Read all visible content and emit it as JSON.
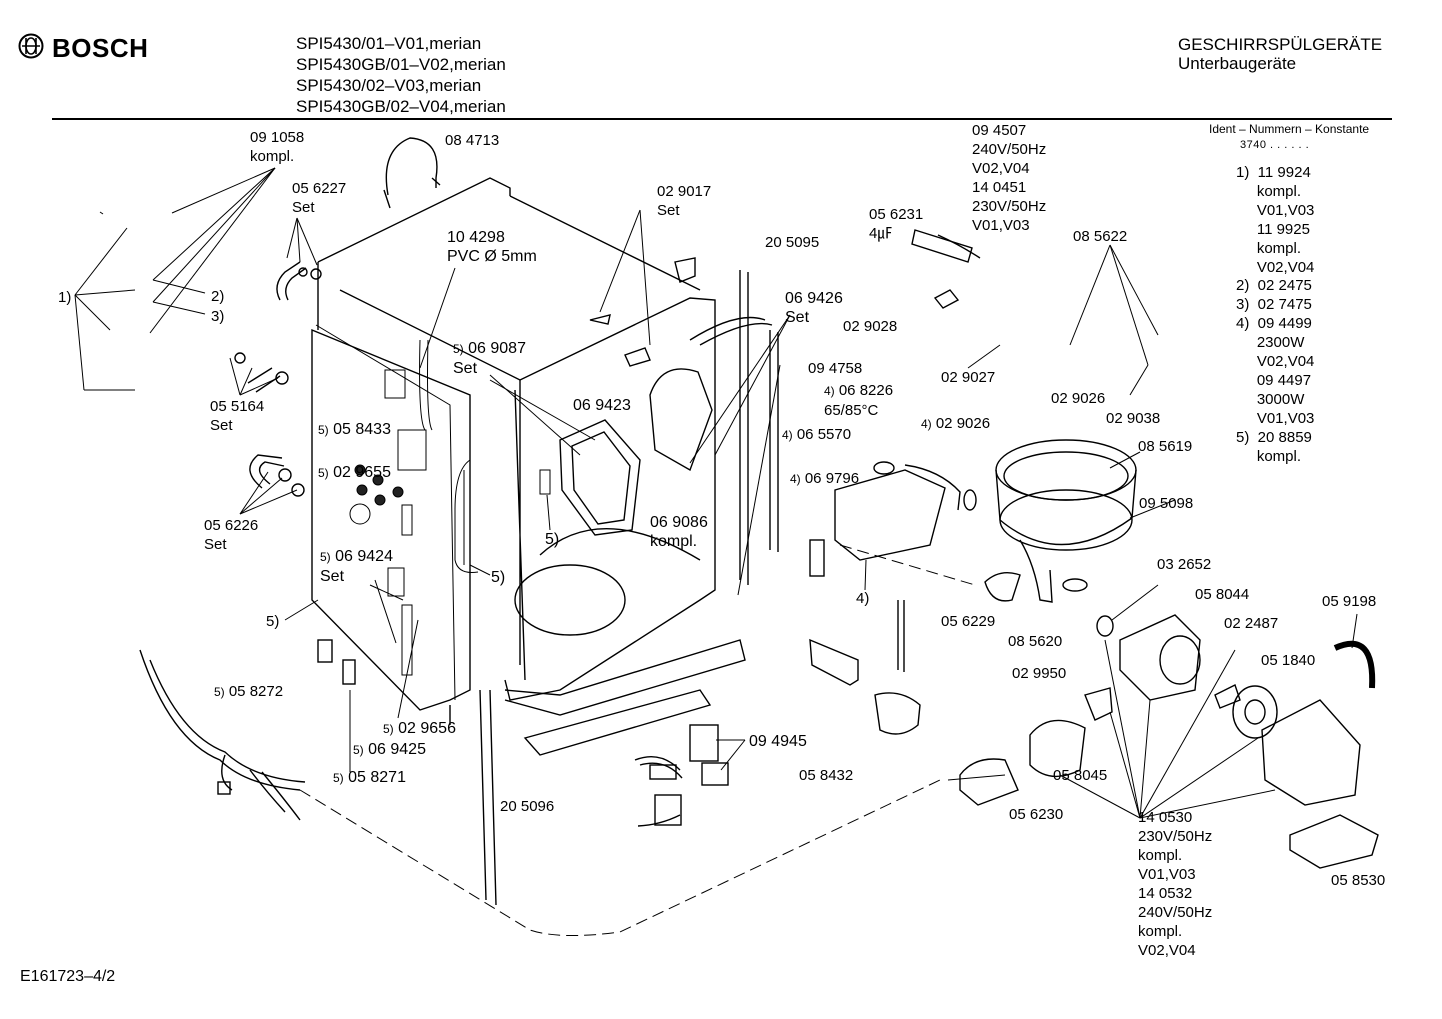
{
  "header": {
    "brand": "BOSCH",
    "models": "SPI5430/01–V01,merian\nSPI5430GB/01–V02,merian\nSPI5430/02–V03,merian\nSPI5430GB/02–V04,merian",
    "category": "GESCHIRRSPÜLGERÄTE\nUnterbaugeräte"
  },
  "ident": {
    "heading": "Ident – Nummern – Konstante",
    "constant": "3740 . . . . . .",
    "list": "1)  11 9924\n     kompl.\n     V01,V03\n     11 9925\n     kompl.\n     V02,V04\n2)  02 2475\n3)  02 7475\n4)  09 4499\n     2300W\n     V02,V04\n     09 4497\n     3000W\n     V01,V03\n5)  20 8859\n     kompl."
  },
  "labels": {
    "l091058": "09 1058\nkompl.",
    "l084713": "08 4713",
    "l056227": "05 6227\nSet",
    "l1": "1)",
    "l2": "2)",
    "l3": "3)",
    "l055164": "05 5164\nSet",
    "l056226": "05 6226\nSet",
    "l5a": "5)",
    "l058272": "05 8272",
    "l104298": "10 4298\nPVC Ø 5mm",
    "l058433": "05 8433",
    "l029655": "02 9655",
    "l069424": "06 9424\nSet",
    "l029656": "02 9656",
    "l069425": "06 9425",
    "l058271": "05 8271",
    "l069087": "06 9087\nSet",
    "l069423": "06 9423",
    "l5b": "5)",
    "l5c": "5)",
    "l029017": "02 9017\nSet",
    "l205095": "20 5095",
    "l069426": "06 9426\nSet",
    "l069086": "06 9086\nkompl.",
    "l205096": "20 5096",
    "l094945": "09 4945",
    "l056231": "05 6231\n4㎌",
    "l029028": "02 9028",
    "l094507": "09 4507\n240V/50Hz\nV02,V04\n14 0451\n230V/50Hz\nV01,V03",
    "l085622": "08 5622",
    "l094758": "09 4758",
    "l068226": "06 8226\n65/85°C",
    "l065570": "06 5570",
    "l069796": "06 9796",
    "l029027": "02 9027",
    "l029026a": "02 9026",
    "l029026b": "02 9026",
    "l029038": "02 9038",
    "l085619": "08 5619",
    "l095098": "09 5098",
    "l4": "4)",
    "l056229": "05 6229",
    "l085620": "08 5620",
    "l032652": "03 2652",
    "l058044": "05 8044",
    "l059198": "05 9198",
    "l022487": "02 2487",
    "l051840": "05 1840",
    "l029950": "02 9950",
    "l058432": "05 8432",
    "l058045": "05 8045",
    "l056230": "05 6230",
    "l140530": "14 0530\n230V/50Hz\nkompl.\nV01,V03\n14 0532\n240V/50Hz\nkompl.\nV02,V04",
    "l058530": "05 8530"
  },
  "footer": {
    "code": "E161723–4/2"
  }
}
